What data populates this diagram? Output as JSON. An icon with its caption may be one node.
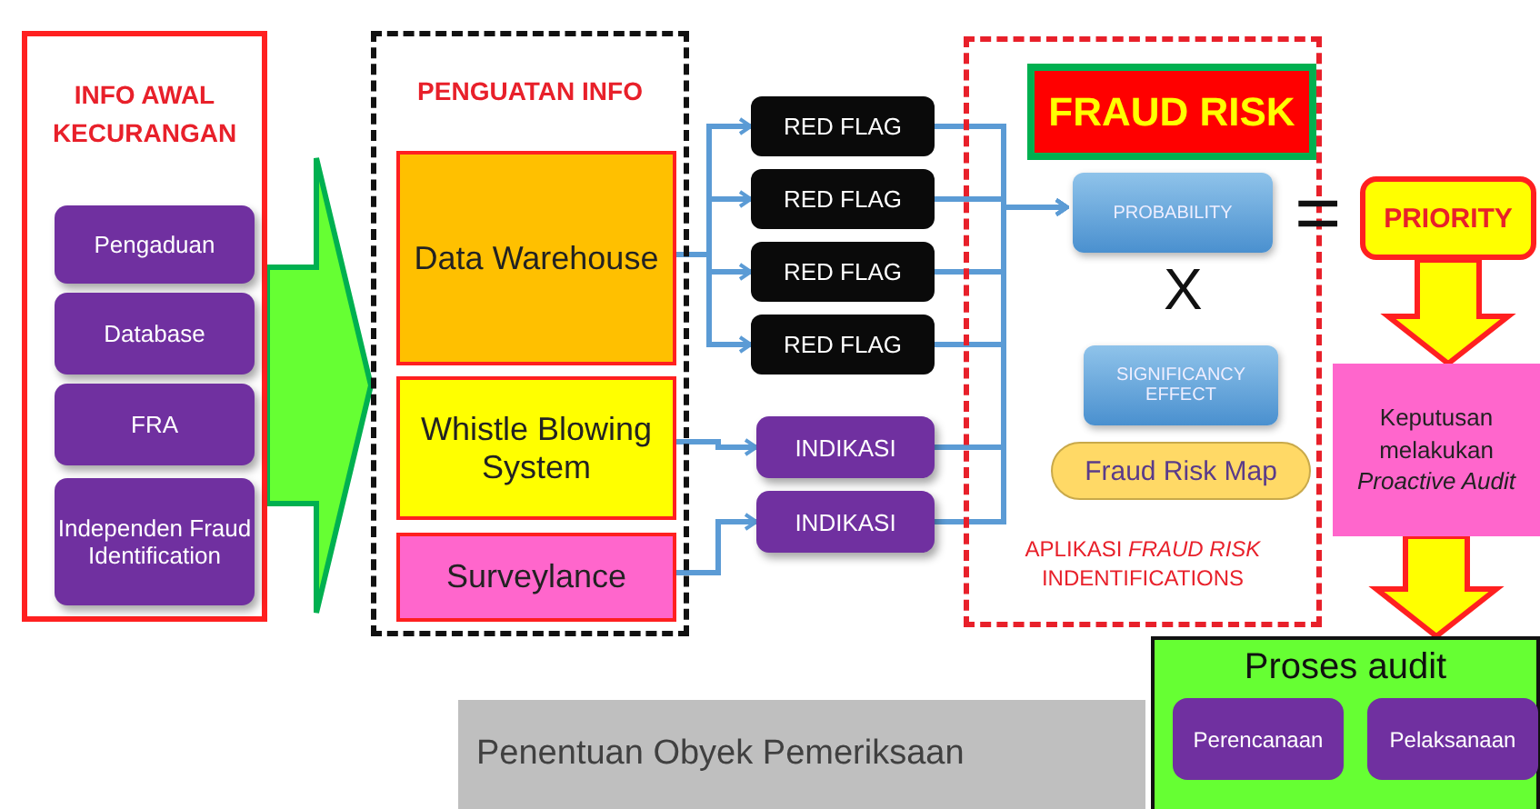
{
  "diagram": {
    "nodes": [
      {
        "text": [
          "INFO AWAL KECURANGAN"
        ]
      },
      {
        "text": [
          "Pengaduan"
        ],
        "in": 0
      },
      {
        "text": [
          "Database"
        ],
        "in": 0
      },
      {
        "text": [
          "FRA"
        ],
        "in": 0
      },
      {
        "text": [
          "Independen Fraud Identification"
        ],
        "in": 0
      },
      {
        "text": [
          "PENGUATAN INFO"
        ]
      },
      {
        "text": [
          "Data Warehouse"
        ],
        "in": 5
      },
      {
        "text": [
          "Whistle Blowing System"
        ],
        "in": 5
      },
      {
        "text": [
          "Surveylance"
        ],
        "in": 5
      },
      {
        "text": [
          "RED FLAG"
        ]
      },
      {
        "text": [
          "RED FLAG"
        ]
      },
      {
        "text": [
          "RED FLAG"
        ]
      },
      {
        "text": [
          "RED FLAG"
        ]
      },
      {
        "text": [
          "INDIKASI"
        ]
      },
      {
        "text": [
          "INDIKASI"
        ]
      },
      {
        "text": [
          "APLIKASI *FRAUD RISK* INDENTIFICATIONS"
        ]
      },
      {
        "text": [
          "FRAUD RISK"
        ],
        "in": 15
      },
      {
        "text": [
          "PROBABILITY"
        ],
        "in": 15
      },
      {
        "text": [
          "SIGNIFICANCY EFFECT"
        ],
        "in": 15
      },
      {
        "text": [
          "Fraud Risk Map"
        ],
        "in": 15
      },
      {
        "text": [
          "PRIORITY"
        ]
      },
      {
        "text": [
          "Keputusan melakukan *Proactive Audit*"
        ]
      },
      {
        "text": [
          "Proses audit"
        ]
      },
      {
        "text": [
          "Perencanaan"
        ],
        "in": 22
      },
      {
        "text": [
          "Pelaksanaan"
        ],
        "in": 22
      },
      {
        "text": [
          "Penentuan Obyek Pemeriksaan"
        ]
      }
    ],
    "edges": [
      {
        "from": 0,
        "to": 5,
        "arrow": "to",
        "style": "thick",
        "color": "#66ff33"
      },
      {
        "from": 6,
        "to": 9,
        "arrow": "to"
      },
      {
        "from": 6,
        "to": 10,
        "arrow": "to"
      },
      {
        "from": 6,
        "to": 11,
        "arrow": "to"
      },
      {
        "from": 6,
        "to": 12,
        "arrow": "to"
      },
      {
        "from": 7,
        "to": 13,
        "arrow": "to"
      },
      {
        "from": 8,
        "to": 14,
        "arrow": "to"
      },
      {
        "from": 9,
        "to": 17,
        "arrow": "to"
      },
      {
        "from": 10,
        "to": 17,
        "arrow": "to"
      },
      {
        "from": 11,
        "to": 17,
        "arrow": "to"
      },
      {
        "from": 12,
        "to": 17,
        "arrow": "to"
      },
      {
        "from": 13,
        "to": 17,
        "arrow": "to"
      },
      {
        "from": 14,
        "to": 17,
        "arrow": "to"
      },
      {
        "from": 20,
        "to": 21,
        "arrow": "to",
        "style": "thick",
        "color": "#ffff00"
      },
      {
        "from": 21,
        "to": 22,
        "arrow": "to",
        "style": "thick",
        "color": "#ffff00"
      }
    ],
    "labels": [
      "=",
      "X"
    ]
  }
}
